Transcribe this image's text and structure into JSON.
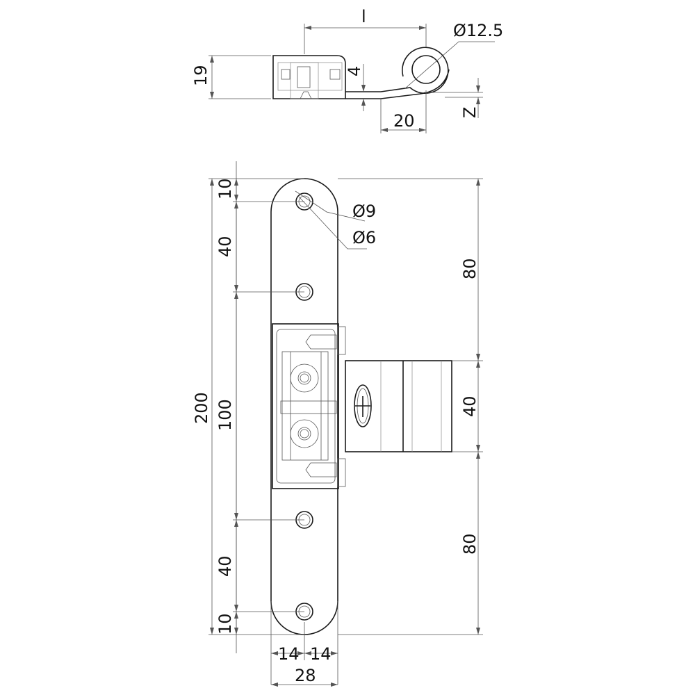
{
  "top_view": {
    "dim_length": "l",
    "dim_ring_diameter": "Ø12.5",
    "dim_height": "19",
    "dim_plate_thickness": "4",
    "dim_offset": "20",
    "dim_z": "Z"
  },
  "front_view": {
    "dim_total_height": "200",
    "dim_end_top": "10",
    "dim_hole_spacing_top": "40",
    "dim_body": "100",
    "dim_hole_spacing_bottom": "40",
    "dim_end_bottom": "10",
    "dim_hole_outer": "Ø9",
    "dim_hole_inner": "Ø6",
    "dim_upper": "80",
    "dim_cylinder": "40",
    "dim_lower": "80",
    "dim_half_left": "14",
    "dim_half_right": "14",
    "dim_width": "28"
  },
  "colors": {
    "line": "#1a1a1a",
    "dimension": "#555555"
  }
}
